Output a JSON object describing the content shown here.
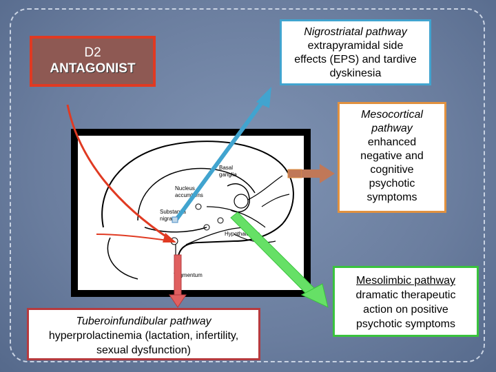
{
  "d2": {
    "line1": "D2",
    "line2": "ANTAGONIST"
  },
  "nigrostriatal": {
    "title": "Nigrostriatal pathway",
    "line1": "extrapyramidal side",
    "line2": "effects (EPS) and tardive",
    "line3": "dyskinesia"
  },
  "mesocortical": {
    "title1": "Mesocortical",
    "title2": "pathway",
    "line1": "enhanced",
    "line2": "negative and",
    "line3": "cognitive",
    "line4": "psychotic",
    "line5": "symptoms"
  },
  "mesolimbic": {
    "title": "Mesolimbic pathway",
    "line1": "dramatic therapeutic",
    "line2": "action on positive",
    "line3": "psychotic symptoms"
  },
  "tuberoinfundibular": {
    "title": "Tuberoinfundibular pathway",
    "line1": "hyperprolactinemia (lactation, infertility,",
    "line2": "sexual dysfunction)"
  },
  "brain_labels": {
    "basal": "Basal",
    "ganglia": "ganglia",
    "nucleus": "Nucleus",
    "accumbens": "accumbens",
    "substantia": "Substantia",
    "nigra": "nigra",
    "hypothalamus": "Hypothalamus",
    "tegmentum": "Tegmentum"
  },
  "colors": {
    "background": "#6f82a3",
    "d2_border": "#e03a22",
    "nigrostriatal_border": "#41a4cf",
    "mesocortical_border": "#e1913f",
    "mesolimbic_border": "#39c33d",
    "tuberoinfundibular_border": "#b63a3e"
  }
}
